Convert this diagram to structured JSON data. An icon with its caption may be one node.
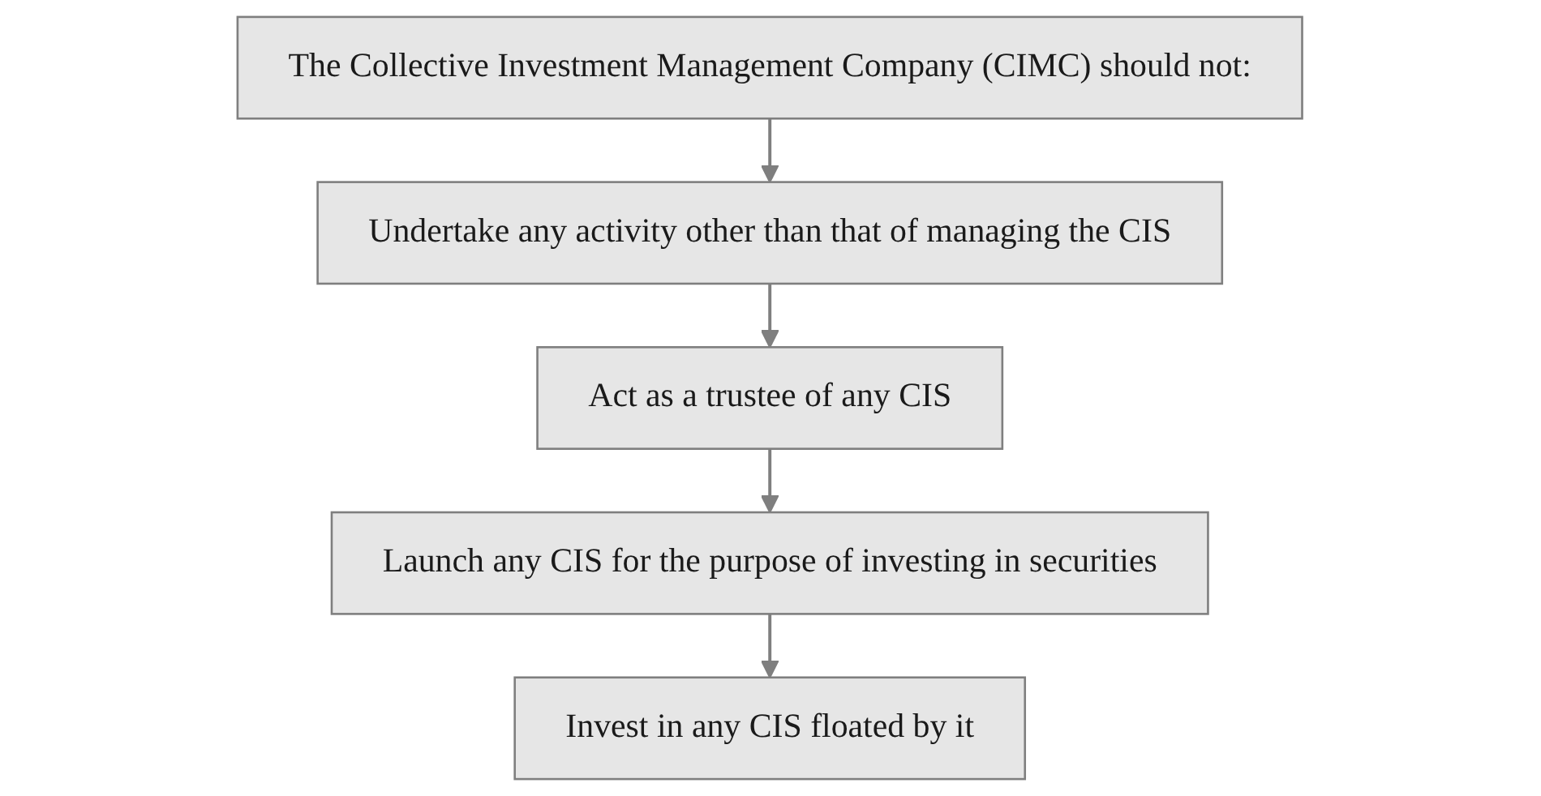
{
  "diagram": {
    "nodes": [
      {
        "text": [
          "The Collective Investment Management Company (CIMC) should not:"
        ]
      },
      {
        "text": [
          "Undertake any activity other than that of managing the CIS"
        ]
      },
      {
        "text": [
          "Act as a trustee of any CIS"
        ]
      },
      {
        "text": [
          "Launch any CIS for the purpose of investing in securities"
        ]
      },
      {
        "text": [
          "Invest in any CIS floated by it"
        ]
      }
    ],
    "edges": [
      {
        "from": 0,
        "to": 1,
        "arrow": "to"
      },
      {
        "from": 1,
        "to": 2,
        "arrow": "to"
      },
      {
        "from": 2,
        "to": 3,
        "arrow": "to"
      },
      {
        "from": 3,
        "to": 4,
        "arrow": "to"
      }
    ]
  }
}
